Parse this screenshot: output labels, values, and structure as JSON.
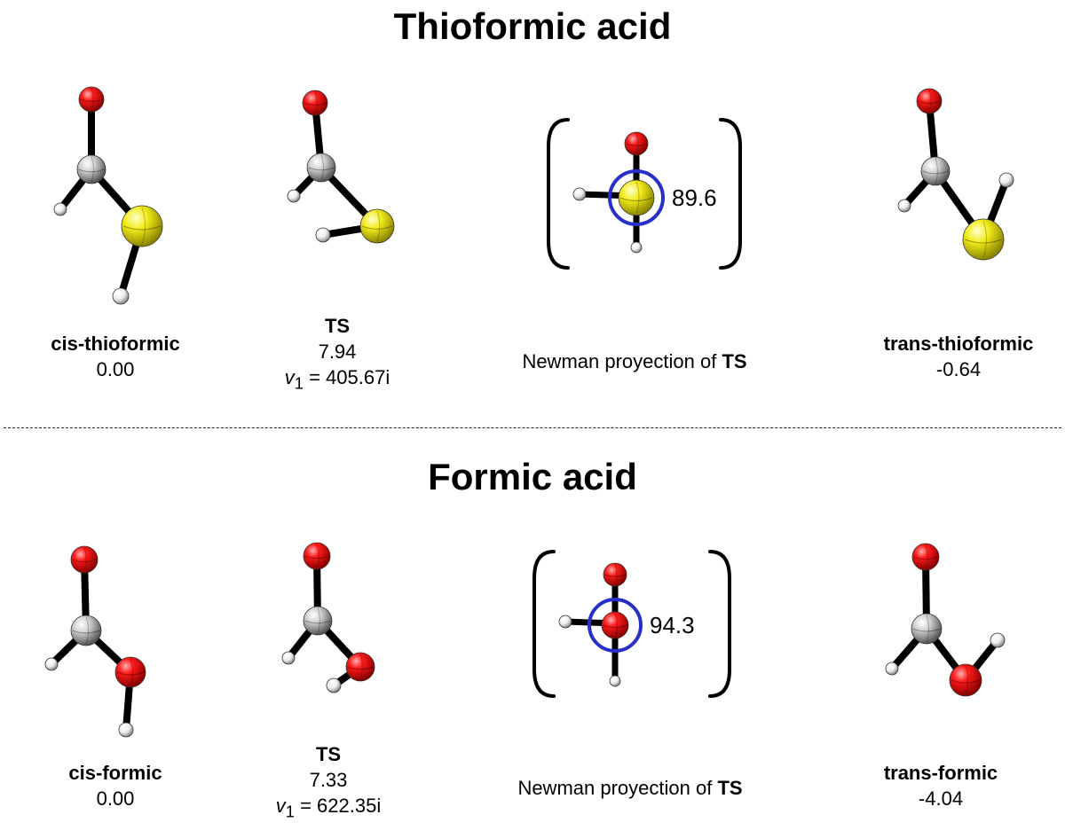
{
  "sections": [
    {
      "title": "Thioformic acid",
      "cis": {
        "name": "cis-thioformic",
        "energy": "0.00"
      },
      "ts": {
        "name": "TS",
        "energy": "7.94",
        "freq_symbol": "v",
        "freq_sub": "1",
        "freq_value": "= 405.67i"
      },
      "newman": {
        "caption_prefix": "Newman proyection of ",
        "caption_bold": "TS",
        "angle": "89.6",
        "center_atom": "S"
      },
      "trans": {
        "name": "trans-thioformic",
        "energy": "-0.64"
      }
    },
    {
      "title": "Formic acid",
      "cis": {
        "name": "cis-formic",
        "energy": "0.00"
      },
      "ts": {
        "name": "TS",
        "energy": "7.33",
        "freq_symbol": "v",
        "freq_sub": "1",
        "freq_value": "= 622.35i"
      },
      "newman": {
        "caption_prefix": "Newman proyection of ",
        "caption_bold": "TS",
        "angle": "94.3",
        "center_atom": "O"
      },
      "trans": {
        "name": "trans-formic",
        "energy": "-4.04"
      }
    }
  ],
  "colors": {
    "oxygen": "#e8000b",
    "sulfur": "#f2ec1a",
    "carbon": "#c8c8c8",
    "hydrogen": "#f4f4f4",
    "bond": "#000000",
    "newman_circle": "#2630c8"
  }
}
